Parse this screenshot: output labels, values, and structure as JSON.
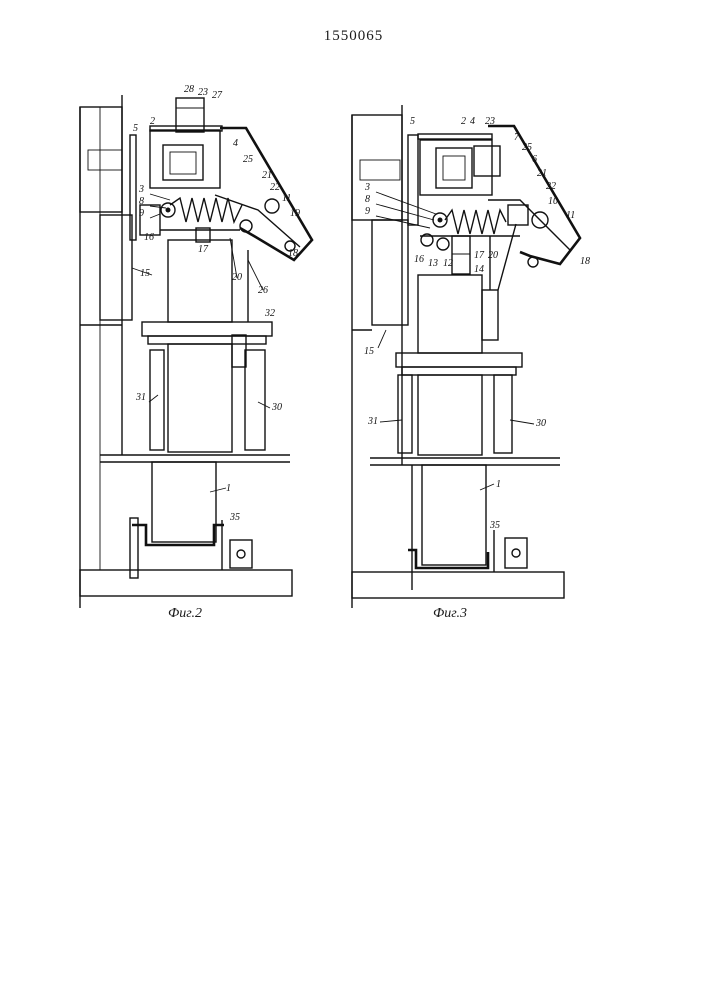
{
  "document": {
    "patent_number": "1550065"
  },
  "figures": [
    {
      "caption": "Фиг.2",
      "labels": [
        "28",
        "23",
        "27",
        "5",
        "2",
        "4",
        "25",
        "3",
        "21",
        "22",
        "8",
        "11",
        "9",
        "19",
        "16",
        "17",
        "18",
        "15",
        "20",
        "26",
        "32",
        "31",
        "30",
        "1",
        "35"
      ]
    },
    {
      "caption": "Фиг.3",
      "labels": [
        "5",
        "2",
        "4",
        "23",
        "7",
        "25",
        "6",
        "21",
        "3",
        "22",
        "8",
        "10",
        "9",
        "11",
        "16",
        "13",
        "12",
        "17",
        "20",
        "14",
        "18",
        "15",
        "31",
        "30",
        "1",
        "35"
      ]
    }
  ],
  "colors": {
    "ink": "#111111",
    "paper": "#ffffff",
    "hatch": "#333333"
  }
}
